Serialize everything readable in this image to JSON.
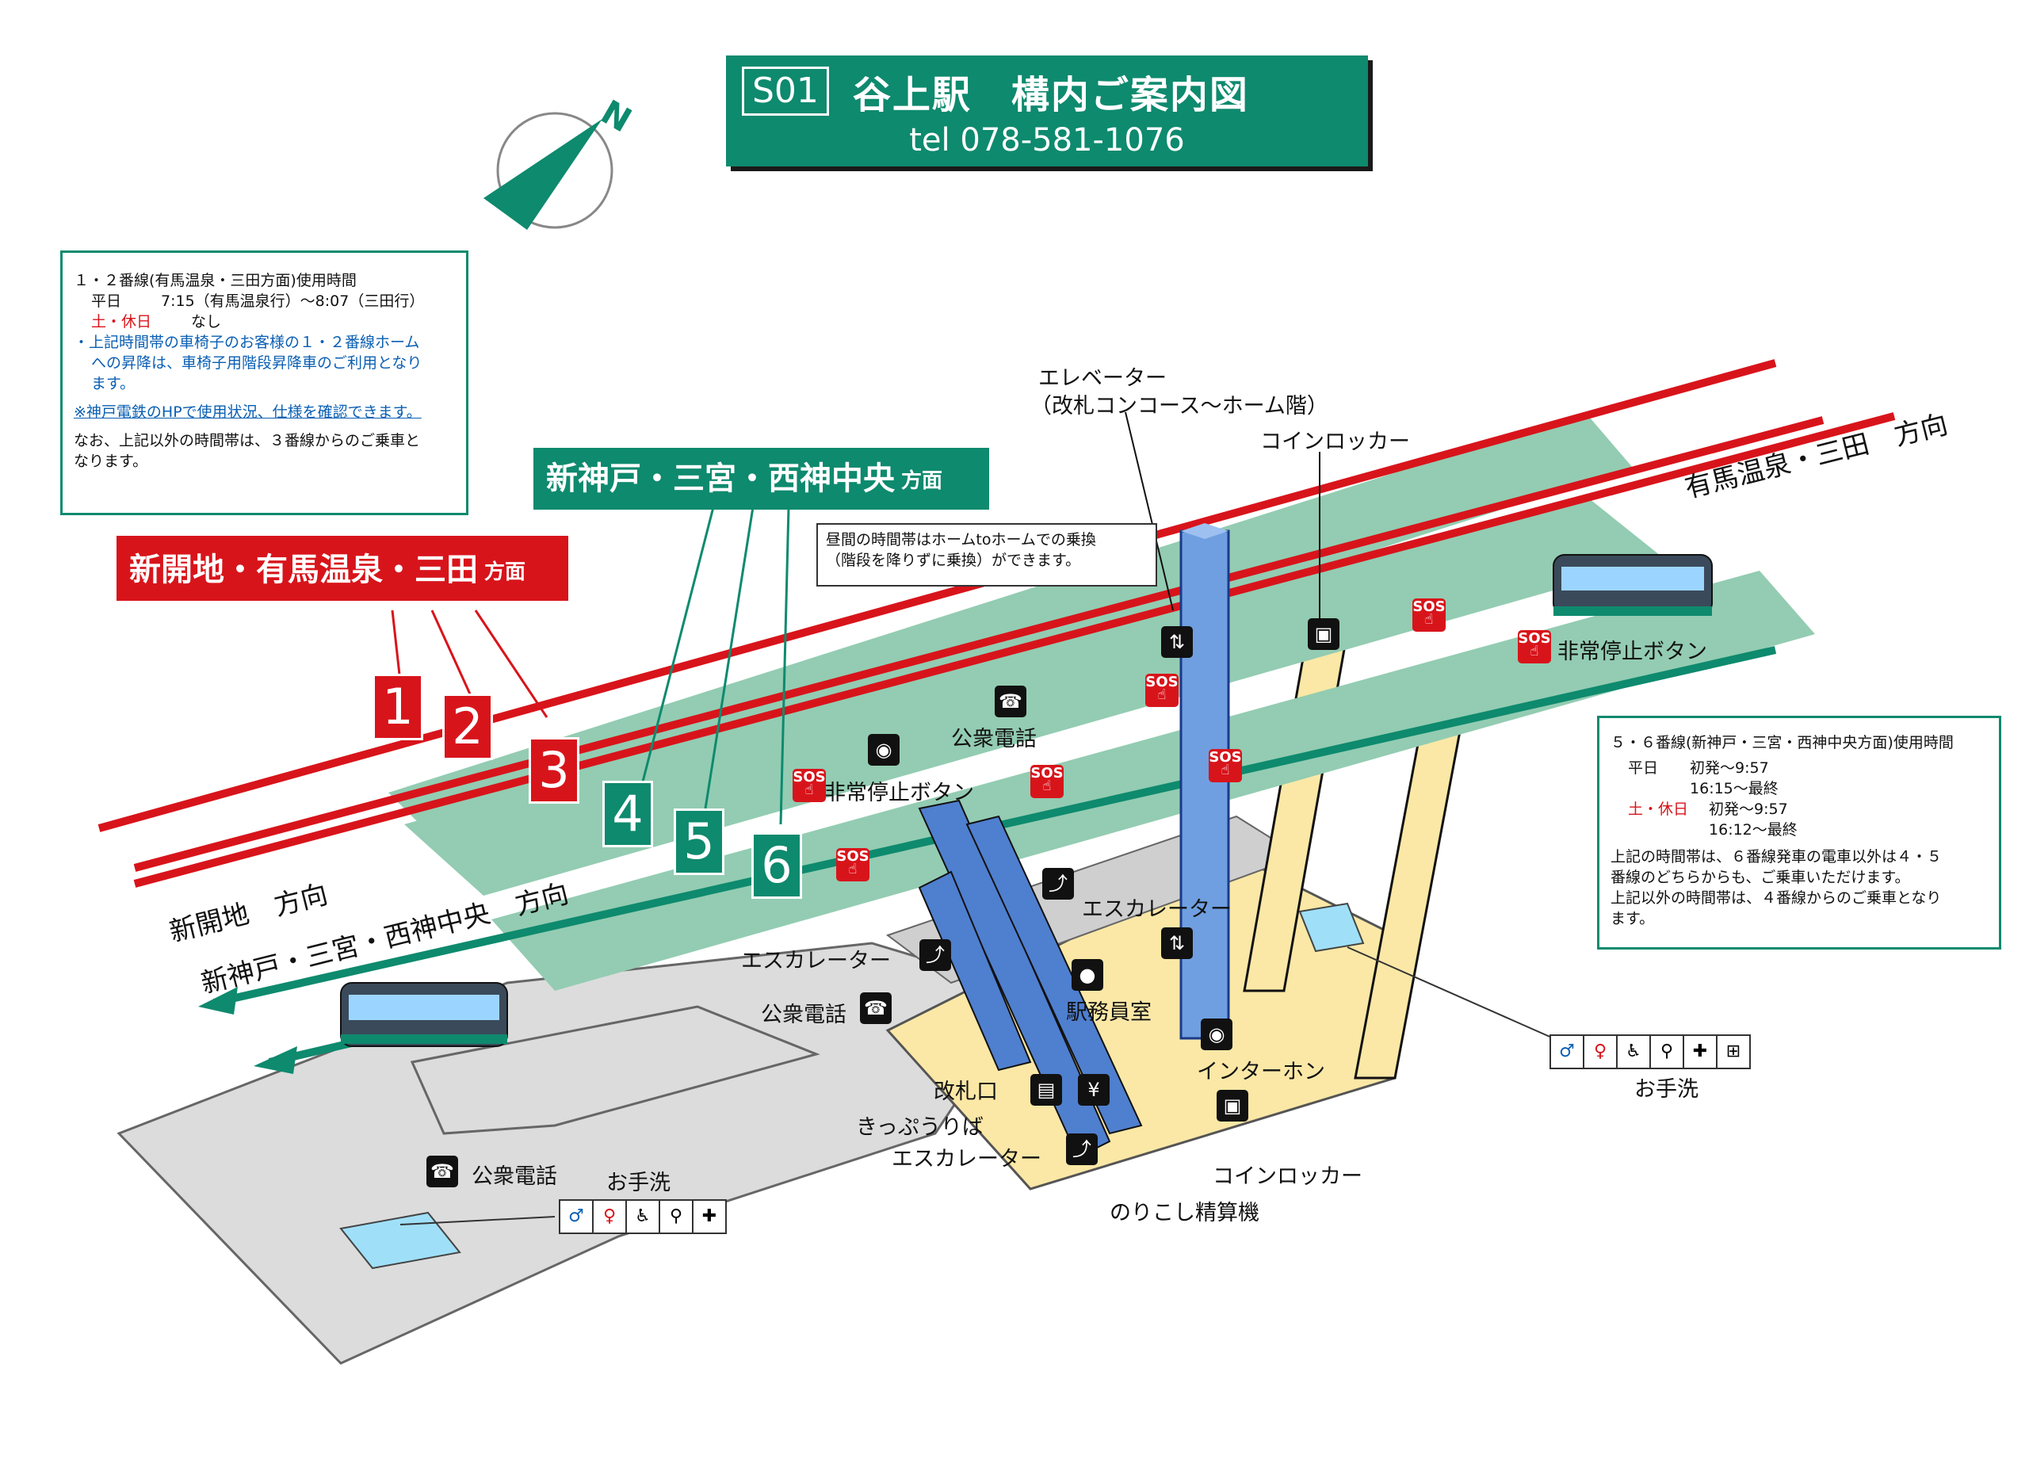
{
  "header": {
    "station_code": "S01",
    "title": "谷上駅　構内ご案内図",
    "tel": "tel 078-581-1076"
  },
  "compass": {
    "label": "N"
  },
  "notice_left": {
    "heading": "１・２番線(有馬温泉・三田方面)使用時間",
    "weekday_label": "平日",
    "weekday_value": "7:15（有馬温泉行）〜8:07（三田行）",
    "holiday_label": "土・休日",
    "holiday_value": "なし",
    "note1": "・上記時間帯の車椅子のお客様の１・２番線ホーム",
    "note2": "への昇降は、車椅子用階段昇降車のご利用となり",
    "note3": "ます。",
    "link": "※神戸電鉄のHPで使用状況、仕様を確認できます。",
    "footer1": "なお、上記以外の時間帯は、３番線からのご乗車と",
    "footer2": "なります。"
  },
  "notice_right": {
    "heading": "５・６番線(新神戸・三宮・西神中央方面)使用時間",
    "weekday_label": "平日",
    "weekday_value1": "初発〜9:57",
    "weekday_value2": "16:15〜最終",
    "holiday_label": "土・休日",
    "holiday_value1": "初発〜9:57",
    "holiday_value2": "16:12〜最終",
    "body1": "上記の時間帯は、６番線発車の電車以外は４・５",
    "body2": "番線のどちらからも、ご乗車いただけます。",
    "body3": "上記以外の時間帯は、４番線からのご乗車となり",
    "body4": "ます。"
  },
  "transfer_note": {
    "line1": "昼間の時間帯はホームtoホームでの乗換",
    "line2": "（階段を降りずに乗換）ができます。"
  },
  "direction_signs": {
    "red_main": "新開地・有馬温泉・三田",
    "red_suffix": "方面",
    "green_main": "新神戸・三宮・西神中央",
    "green_suffix": "方面"
  },
  "tracks": [
    "1",
    "2",
    "3",
    "4",
    "5",
    "6"
  ],
  "directions": {
    "arima_sanda": "有馬温泉・三田　方向",
    "shinkaichi": "新開地　方向",
    "shinkobe": "新神戸・三宮・西神中央　方向"
  },
  "labels": {
    "elevator1": "エレベーター",
    "elevator2": "（改札コンコース〜ホーム階）",
    "coin_locker_top": "コインロッカー",
    "public_phone_top": "公衆電話",
    "emergency_stop_left": "非常停止ボタン",
    "emergency_stop_right": "非常停止ボタン",
    "escalator_right": "エスカレーター",
    "escalator_left": "エスカレーター",
    "station_office": "駅務員室",
    "public_phone_mid": "公衆電話",
    "intercom": "インターホン",
    "ticket_gate": "改札口",
    "ticket_sales": "きっぷうりば",
    "escalator_bottom": "エスカレーター",
    "coin_locker_bottom": "コインロッカー",
    "fare_adjust": "のりこし精算機",
    "public_phone_lower": "公衆電話",
    "restroom_lower": "お手洗",
    "restroom_right": "お手洗"
  },
  "icons": {
    "phone": "☎",
    "sos_label": "SOS",
    "sos_glyph": "☝",
    "elevator": "⇅",
    "coin_locker": "▣",
    "intercom": "◉",
    "escalator": "⤴",
    "office": "●",
    "ticket": "▤",
    "fare": "¥"
  },
  "restroom_icons": {
    "man": "♂",
    "woman": "♀",
    "wheelchair": "♿",
    "baby": "⚲",
    "ostomate": "✚",
    "changing": "⊞"
  },
  "colors": {
    "green": "#0e8a6e",
    "red": "#d8141b",
    "platform": "#93ccb2",
    "concourse": "#fbe8a6",
    "floor_grey": "#dcdcdc",
    "escalator_blue": "#4f7fcf",
    "pillar_blue": "#6f9fe0",
    "restroom_blue": "#9fe0f8"
  }
}
